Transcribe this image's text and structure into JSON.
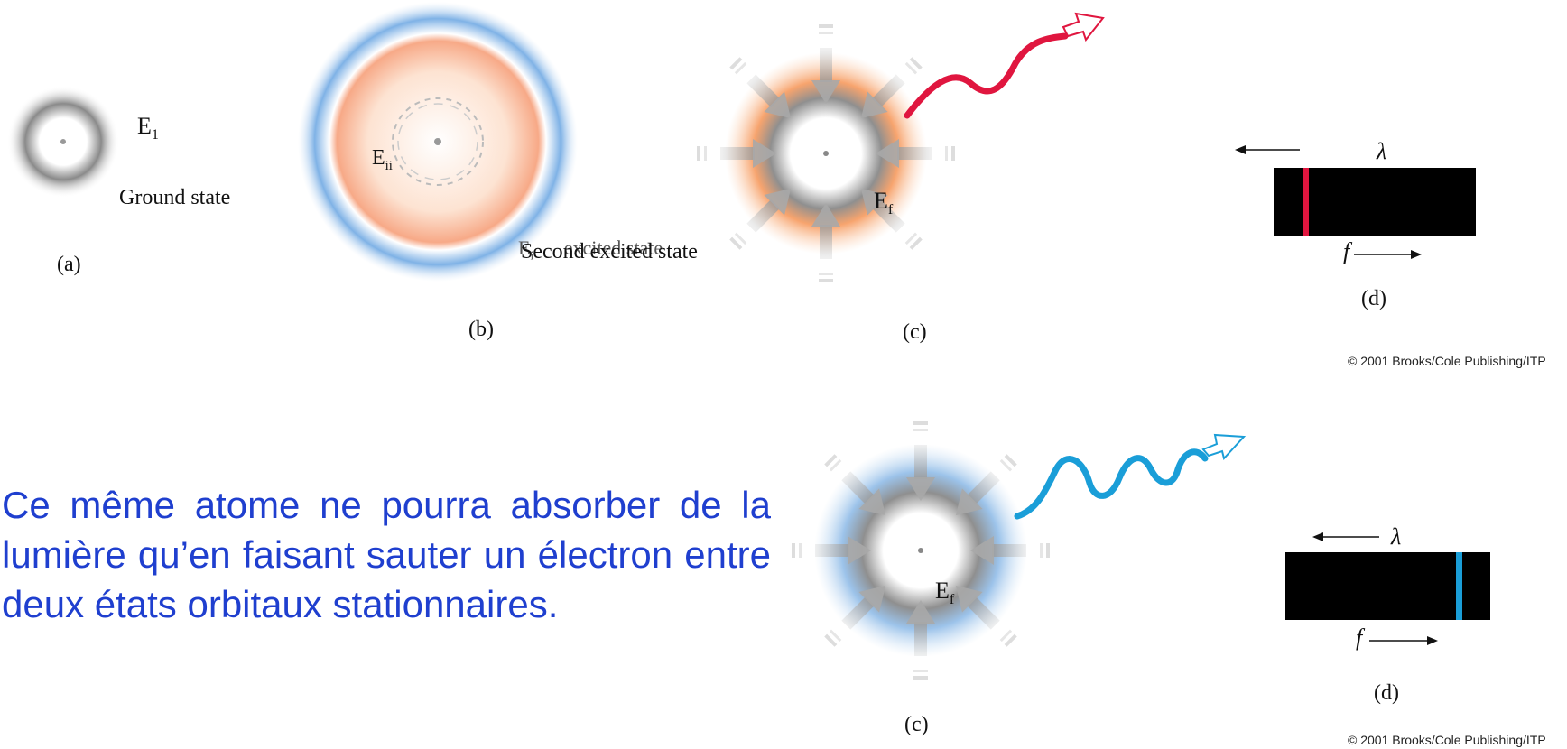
{
  "top": {
    "a": {
      "energy_label": "E",
      "energy_sub": "1",
      "state_label": "Ground state",
      "panel_label": "(a)"
    },
    "b": {
      "energy_label": "E",
      "energy_sub": "ii",
      "state_label": "Second excited state",
      "overlap_text": "E",
      "overlap_sub": "i",
      "overlap_word": "excited state",
      "panel_label": "(b)"
    },
    "c": {
      "energy_label": "E",
      "energy_sub": "f",
      "panel_label": "(c)"
    },
    "d": {
      "lambda": "λ",
      "freq": "f",
      "panel_label": "(d)"
    },
    "copyright": "© 2001 Brooks/Cole Publishing/ITP"
  },
  "bottom": {
    "paragraph": "Ce même atome ne pourra absorber de la lumière qu’en faisant sauter un électron entre deux états orbitaux stationnaires.",
    "c": {
      "energy_label": "E",
      "energy_sub": "f",
      "panel_label": "(c)"
    },
    "d": {
      "lambda": "λ",
      "freq": "f",
      "panel_label": "(d)"
    },
    "copyright": "© 2001 Brooks/Cole Publishing/ITP"
  },
  "colors": {
    "emission_red": "#e0163f",
    "absorption_blue": "#1a9ed8",
    "orange_cloud": "#f7a46e",
    "blue_cloud": "#7fb2e6",
    "gray_cloud": "#8a8a8a",
    "paragraph_text": "#1f3fcf"
  }
}
